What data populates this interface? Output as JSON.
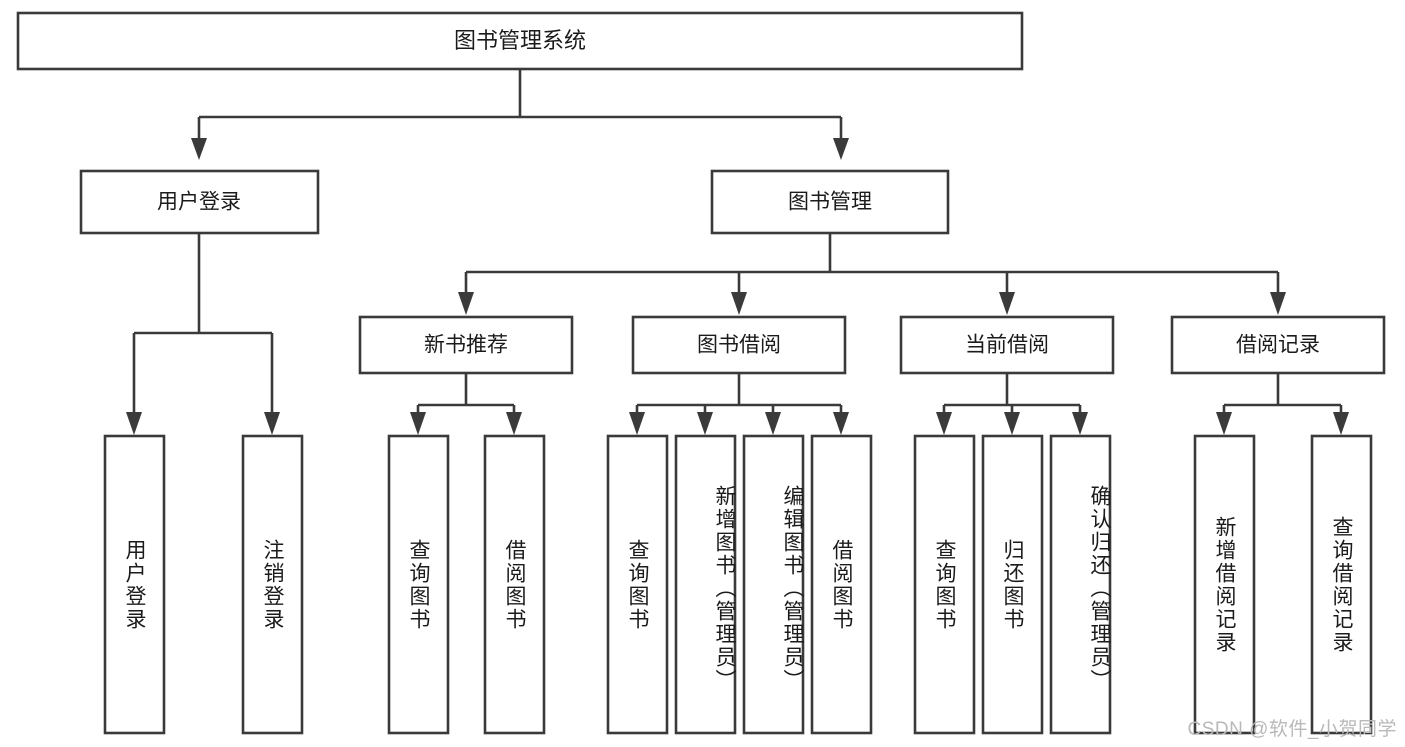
{
  "diagram": {
    "type": "tree",
    "title": "图书管理系统",
    "watermark": "CSDN @软件_小贺同学",
    "root": {
      "label": "图书管理系统"
    },
    "level2": [
      {
        "id": "user-login",
        "label": "用户登录"
      },
      {
        "id": "book-manage",
        "label": "图书管理"
      }
    ],
    "level3": [
      {
        "id": "new-book-rec",
        "label": "新书推荐",
        "parent": "book-manage"
      },
      {
        "id": "book-borrow",
        "label": "图书借阅",
        "parent": "book-manage"
      },
      {
        "id": "current-borrow",
        "label": "当前借阅",
        "parent": "book-manage"
      },
      {
        "id": "borrow-record",
        "label": "借阅记录",
        "parent": "book-manage"
      }
    ],
    "leaves": [
      {
        "id": "leaf-user-login",
        "label": "用户登录",
        "parent": "user-login"
      },
      {
        "id": "leaf-logout",
        "label": "注销登录",
        "parent": "user-login"
      },
      {
        "id": "leaf-query-book-1",
        "label": "查询图书",
        "parent": "new-book-rec"
      },
      {
        "id": "leaf-borrow-book-1",
        "label": "借阅图书",
        "parent": "new-book-rec"
      },
      {
        "id": "leaf-query-book-2",
        "label": "查询图书",
        "parent": "book-borrow"
      },
      {
        "id": "leaf-add-book",
        "label": "新增图书（管理员）",
        "parent": "book-borrow"
      },
      {
        "id": "leaf-edit-book",
        "label": "编辑图书（管理员）",
        "parent": "book-borrow"
      },
      {
        "id": "leaf-borrow-book-2",
        "label": "借阅图书",
        "parent": "book-borrow"
      },
      {
        "id": "leaf-query-book-3",
        "label": "查询图书",
        "parent": "current-borrow"
      },
      {
        "id": "leaf-return-book",
        "label": "归还图书",
        "parent": "current-borrow"
      },
      {
        "id": "leaf-confirm-return",
        "label": "确认归还（管理员）",
        "parent": "current-borrow"
      },
      {
        "id": "leaf-add-record",
        "label": "新增借阅记录",
        "parent": "borrow-record"
      },
      {
        "id": "leaf-query-record",
        "label": "查询借阅记录",
        "parent": "borrow-record"
      }
    ],
    "colors": {
      "stroke": "#3a3a3a",
      "fill": "#ffffff",
      "text": "#1b1b1b",
      "watermark": "#b9b9b9"
    }
  }
}
